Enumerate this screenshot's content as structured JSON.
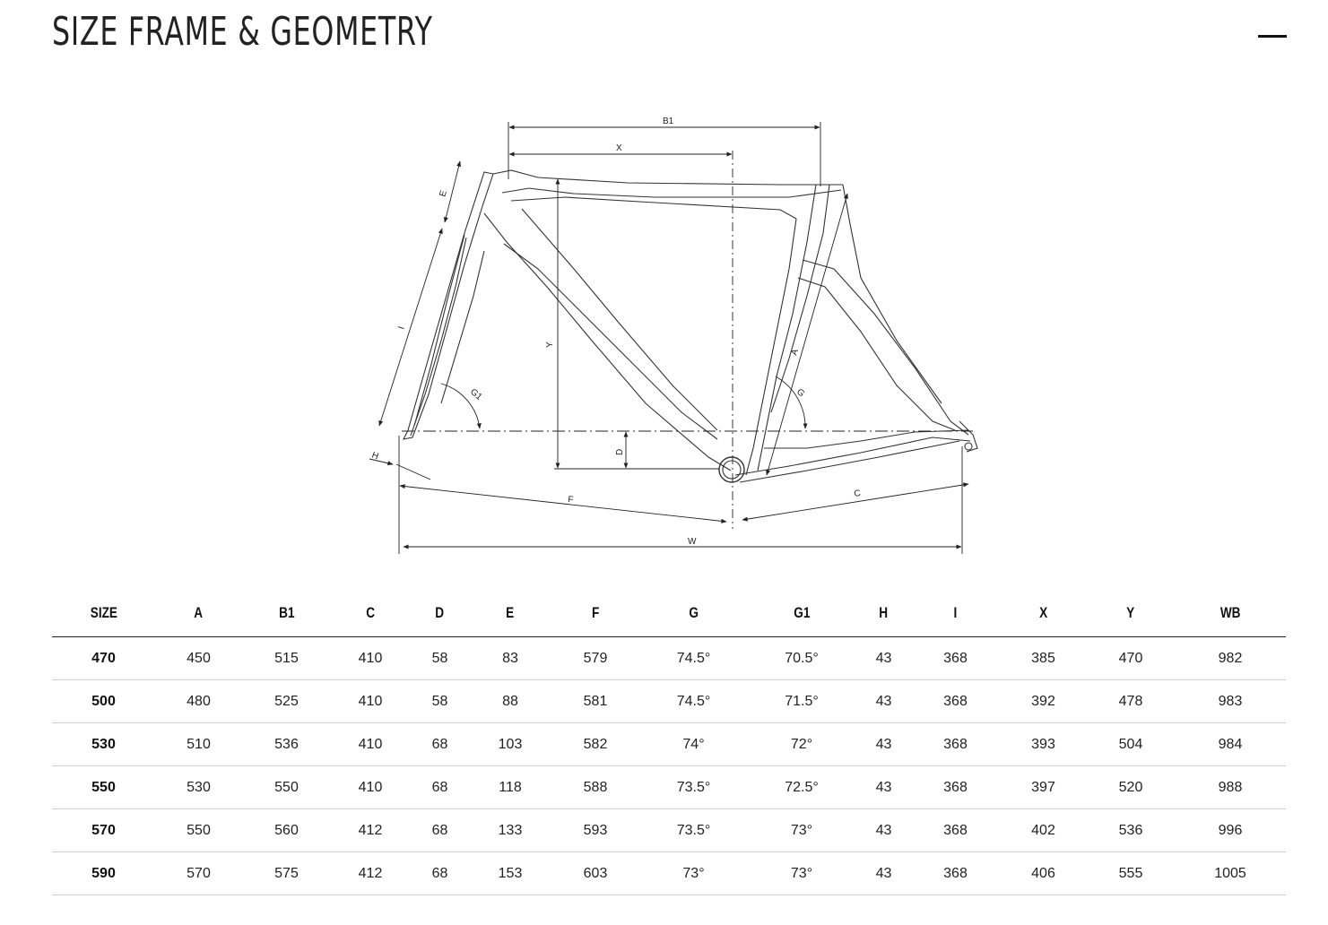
{
  "header": {
    "title": "SIZE FRAME & GEOMETRY",
    "collapse_icon": "minus-icon"
  },
  "diagram": {
    "labels": {
      "b1": "B1",
      "x": "X",
      "e": "E",
      "i": "I",
      "y": "Y",
      "g1": "G1",
      "h": "H",
      "d": "D",
      "a": "A",
      "g": "G",
      "f": "F",
      "c": "C",
      "w": "W"
    }
  },
  "table": {
    "columns": [
      "SIZE",
      "A",
      "B1",
      "C",
      "D",
      "E",
      "F",
      "G",
      "G1",
      "H",
      "I",
      "X",
      "Y",
      "WB"
    ],
    "rows": [
      [
        "470",
        "450",
        "515",
        "410",
        "58",
        "83",
        "579",
        "74.5°",
        "70.5°",
        "43",
        "368",
        "385",
        "470",
        "982"
      ],
      [
        "500",
        "480",
        "525",
        "410",
        "58",
        "88",
        "581",
        "74.5°",
        "71.5°",
        "43",
        "368",
        "392",
        "478",
        "983"
      ],
      [
        "530",
        "510",
        "536",
        "410",
        "68",
        "103",
        "582",
        "74°",
        "72°",
        "43",
        "368",
        "393",
        "504",
        "984"
      ],
      [
        "550",
        "530",
        "550",
        "410",
        "68",
        "118",
        "588",
        "73.5°",
        "72.5°",
        "43",
        "368",
        "397",
        "520",
        "988"
      ],
      [
        "570",
        "550",
        "560",
        "412",
        "68",
        "133",
        "593",
        "73.5°",
        "73°",
        "43",
        "368",
        "402",
        "536",
        "996"
      ],
      [
        "590",
        "570",
        "575",
        "412",
        "68",
        "153",
        "603",
        "73°",
        "73°",
        "43",
        "368",
        "406",
        "555",
        "1005"
      ]
    ]
  }
}
